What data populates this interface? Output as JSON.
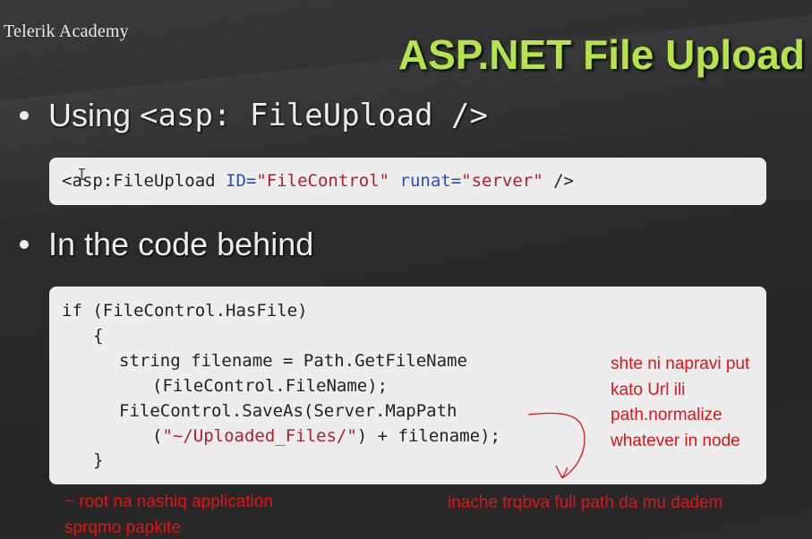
{
  "logo": "Telerik Academy",
  "title": "ASP.NET File Upload",
  "bullets": [
    {
      "prefix": "Using ",
      "code": "<asp: FileUpload />"
    },
    {
      "text": "In the code behind"
    }
  ],
  "code1": {
    "tag_open": "<asp:FileUpload ",
    "attr1": "ID=",
    "val1": "\"FileControl\"",
    "attr2": " runat=",
    "val2": "\"server\"",
    "tag_close": " />"
  },
  "code2": {
    "lines": [
      "if (FileControl.HasFile)",
      "{",
      "string filename = Path.GetFileName",
      "(FileControl.FileName);",
      "FileControl.SaveAs(Server.MapPath"
    ],
    "line6_open": "(",
    "line6_str": "\"~/Uploaded_Files/\"",
    "line6_rest": ") + filename);",
    "line7": "}"
  },
  "annotations": {
    "right": [
      "shte ni napravi put",
      "kato Url ili",
      "path.normalize",
      "whatever in node"
    ],
    "bottom": "inache trqbva full path da mu dadem",
    "left": [
      "~ root na nashiq application",
      "sprqmo papkite"
    ]
  },
  "colors": {
    "title": "#b5e34a",
    "annotation": "#e01414",
    "code_attr": "#2a4fb0",
    "code_string": "#b02030"
  }
}
